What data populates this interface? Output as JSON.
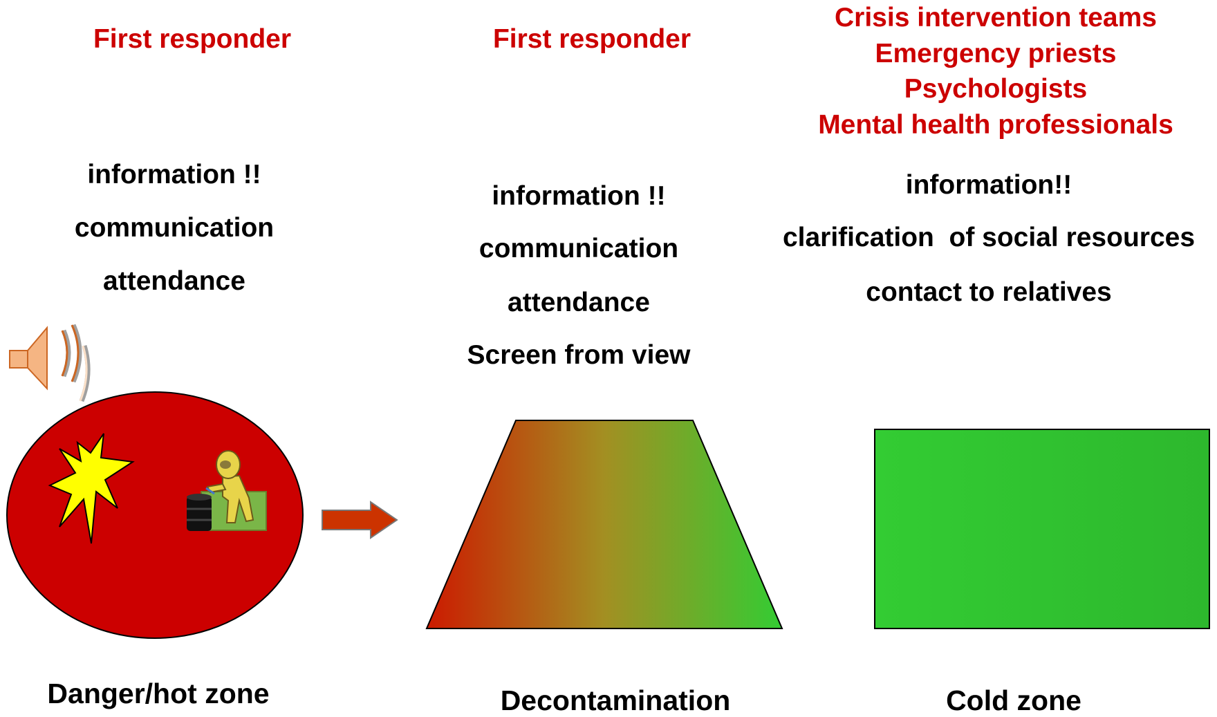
{
  "colors": {
    "header_red": "#cc0000",
    "hot_zone_red": "#cc0000",
    "cold_zone_green": "#33cc33",
    "arrow_orange": "#cc3300",
    "explosion_yellow": "#ffff00"
  },
  "icons": [
    "speaker-icon",
    "explosion-icon",
    "hazmat-worker-icon",
    "arrow-right-icon"
  ],
  "column1": {
    "header": "First responder",
    "items": [
      "information !!",
      "communication",
      "attendance"
    ],
    "caption": "Danger/hot zone"
  },
  "column2": {
    "header": "First responder",
    "items": [
      "information !!",
      "communication",
      "attendance",
      "Screen from view"
    ],
    "caption": "Decontamination"
  },
  "column3": {
    "headers": [
      "Crisis intervention teams",
      "Emergency priests",
      "Psychologists",
      "Mental health professionals"
    ],
    "items": [
      "information!!",
      "clarification  of social resources",
      "contact to relatives"
    ],
    "caption": "Cold zone"
  }
}
